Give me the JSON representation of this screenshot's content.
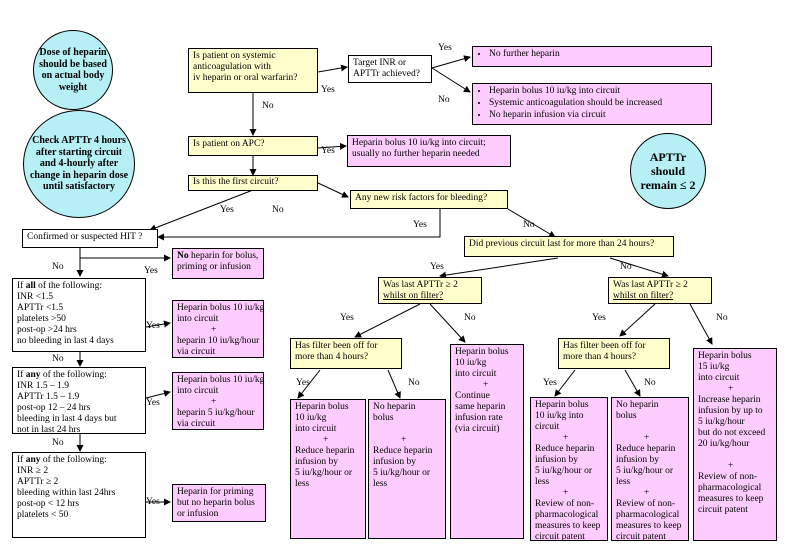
{
  "circles": {
    "dose": "Dose of heparin should be based on actual body weight",
    "check": "Check APTTr 4 hours after starting circuit and 4-hourly after change in heparin dose until satisfactory",
    "remain": "APTTr should remain ≤ 2"
  },
  "q": {
    "systemic": [
      "Is patient on systemic",
      "anticoagulation with",
      "iv heparin or oral warfarin?"
    ],
    "target": [
      "Target INR or",
      "APTTr achieved?"
    ],
    "apc": "Is patient on APC?",
    "first": "Is this the first circuit?",
    "risk": "Any new risk factors for bleeding?",
    "hit": "Confirmed or suspected HIT ?",
    "previous": "Did previous circuit last for more than 24 hours?",
    "apttr_prefix": "Was last APTTr ≥ 2",
    "apttr_suffix": "whilst on filter?",
    "filteroff": [
      "Has filter been off for",
      "more than 4 hours?"
    ]
  },
  "a": {
    "nofurther": "No further heparin",
    "bolus_sys": [
      "Heparin bolus 10 iu/kg into circuit",
      "Systemic anticoagulation should be increased",
      "No heparin infusion via circuit"
    ],
    "apc": [
      "Heparin bolus 10 iu/kg into circuit;",
      "usually no further heparin needed"
    ],
    "nohep_bold": "No",
    "nohep": [
      " heparin for bolus,",
      "priming or infusion"
    ],
    "all_title_pre": "If ",
    "all_title_em": "all",
    "all_title_post": " of the following:",
    "all_lines": [
      "INR <1.5",
      "APTTr <1.5",
      "platelets >50",
      "post-op >24 hrs",
      "no bleeding in last 4 days"
    ],
    "any_title_pre": "If ",
    "any_title_em": "any",
    "any_title_post": " of the following:",
    "any1_lines": [
      "INR 1.5 – 1.9",
      "APTTr 1.5 – 1.9",
      "post-op 12 – 24 hrs",
      "bleeding in last 4 days but",
      "not in last 24 hrs"
    ],
    "any2_lines": [
      "INR ≥ 2",
      "APTTr ≥ 2",
      "bleeding within last 24hrs",
      "post-op < 12 hrs",
      "platelets < 50"
    ],
    "dose10": [
      "Heparin bolus 10 iu/kg",
      "into circuit",
      "+",
      "heparin 10 iu/kg/hour",
      "via circuit"
    ],
    "dose5": [
      "Heparin bolus 10 iu/kg",
      "into circuit",
      "+",
      "heparin 5 iu/kg/hour",
      "via circuit"
    ],
    "priming": [
      "Heparin for priming",
      "but no heparin bolus",
      "or infusion"
    ],
    "m1": [
      "Heparin bolus",
      "10 iu/kg",
      "into circuit",
      "+",
      "Reduce heparin",
      "infusion by",
      "5 iu/kg/hour or",
      "less"
    ],
    "m2": [
      "No heparin",
      "bolus",
      "",
      "+",
      "Reduce heparin",
      "infusion by",
      "5 iu/kg/hour or",
      "less"
    ],
    "m3": [
      "Heparin bolus",
      "10 iu/kg",
      "into circuit",
      "+",
      "Continue",
      "same heparin",
      "infusion rate",
      "(via circuit)"
    ],
    "r1": [
      "Heparin bolus",
      "10 iu/kg into",
      "circuit",
      "+",
      "Reduce heparin",
      "infusion by",
      "5 iu/kg/hour or",
      "less",
      "+",
      "Review of non-",
      "pharmacological",
      "measures to keep",
      "circuit patent"
    ],
    "r2": [
      "No heparin",
      "bolus",
      "",
      "+",
      "Reduce heparin",
      "infusion by",
      "5 iu/kg/hour or",
      "less",
      "+",
      "Review of non-",
      "pharmacological",
      "measures to keep",
      "circuit patent"
    ],
    "r3": [
      "Heparin bolus",
      "15 iu/kg",
      "into circuit",
      "+",
      "Increase heparin",
      "infusion by up to",
      "5 iu/kg/hour",
      "but do not exceed",
      "20 iu/kg/hour",
      "",
      "+",
      "Review of non-",
      "pharmacological",
      "measures to keep",
      "circuit patent"
    ]
  },
  "labels": {
    "yes": "Yes",
    "no": "No"
  }
}
